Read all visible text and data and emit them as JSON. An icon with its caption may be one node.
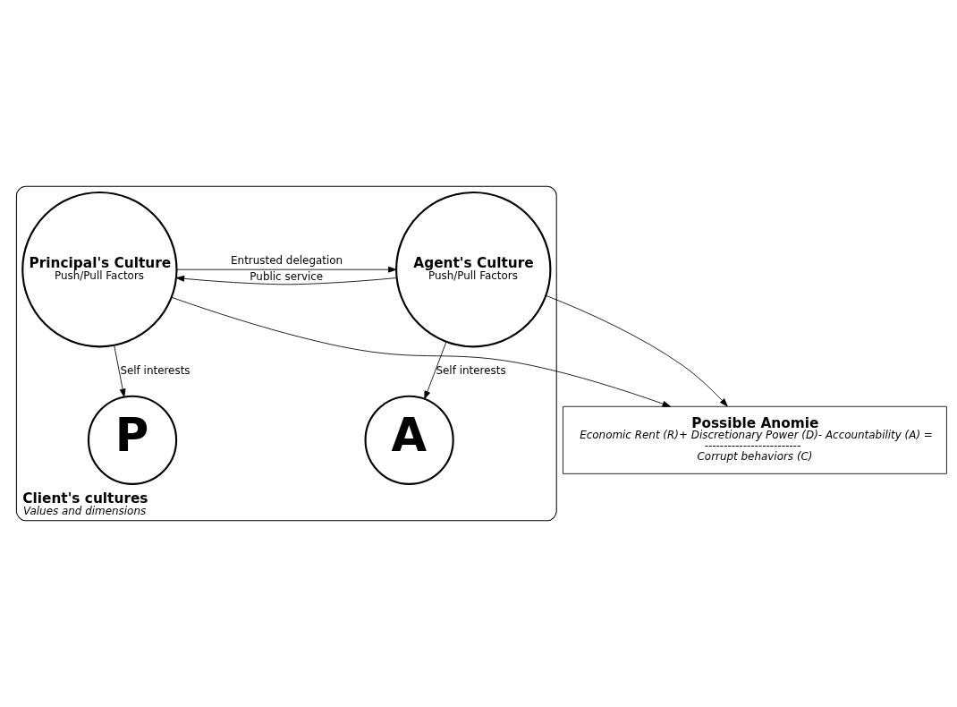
{
  "diagram": {
    "nodes": [
      {
        "text": [
          "Client's cultures",
          "Values and dimensions"
        ]
      },
      {
        "text": [
          "Principal's Culture",
          "Push/Pull Factors"
        ],
        "in": 0
      },
      {
        "text": [
          "P"
        ],
        "in": 0
      },
      {
        "text": [
          "Agent's Culture",
          "Push/Pull Factors"
        ],
        "in": 0
      },
      {
        "text": [
          "A"
        ],
        "in": 0
      },
      {
        "text": [
          "Possible Anomie",
          "Economic Rent (R)+ Discretionary Power (D)- Accountability (A) =",
          "-------------------------",
          "Corrupt behaviors (C)"
        ]
      }
    ],
    "edges": [
      {
        "from": 1,
        "to": 3,
        "arrow": "to",
        "label": "Entrusted delegation"
      },
      {
        "from": 1,
        "to": 2,
        "arrow": "to",
        "label": "Self interests"
      },
      {
        "from": 3,
        "to": 4,
        "arrow": "to",
        "label": "Self interests"
      },
      {
        "from": 3,
        "to": 1,
        "arrow": "to",
        "label": "Public service"
      },
      {
        "from": 1,
        "to": 5,
        "arrow": "to"
      },
      {
        "from": 3,
        "to": 5,
        "arrow": "to"
      }
    ]
  }
}
